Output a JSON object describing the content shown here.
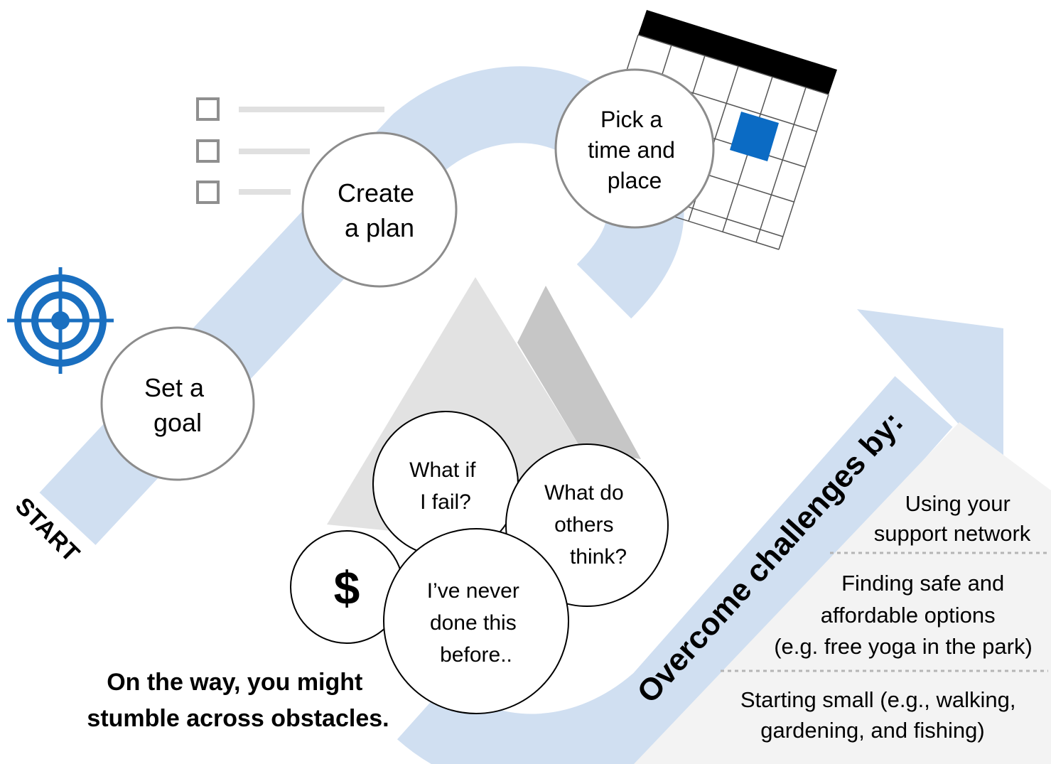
{
  "start_label": "START",
  "steps": [
    {
      "lines": [
        "Set a",
        "goal"
      ]
    },
    {
      "lines": [
        "Create",
        "a plan"
      ]
    },
    {
      "lines": [
        "Pick a",
        "time and",
        "place"
      ]
    }
  ],
  "obstacles_caption": [
    "On the way, you might",
    "stumble across obstacles."
  ],
  "obstacles": [
    {
      "lines": [
        "What if",
        "I fail?"
      ]
    },
    {
      "lines": [
        "What do",
        "others",
        "think?"
      ]
    },
    {
      "lines": [
        "$"
      ]
    },
    {
      "lines": [
        "I’ve never",
        "done this",
        "before.."
      ]
    }
  ],
  "overcome_title": "Overcome challenges by:",
  "strategies": [
    {
      "lines": [
        "Using your",
        "support network"
      ]
    },
    {
      "lines": [
        "Finding safe and",
        "affordable options",
        "(e.g. free yoga in the park)"
      ]
    },
    {
      "lines": [
        "Starting small (e.g., walking,",
        "gardening, and fishing)"
      ]
    }
  ],
  "colors": {
    "path": "#d0dff1",
    "accent_blue": "#1a6fc0",
    "calendar_highlight": "#0b6bc4",
    "circle_stroke": "#8c8c8c",
    "mountain_light": "#e2e2e2",
    "mountain_dark": "#c6c6c6",
    "checklist": "#8f8f8f"
  },
  "icons": {
    "goal": "target-crosshair-icon",
    "plan": "checklist-icon",
    "schedule": "calendar-icon",
    "obstacles": "mountain-icon"
  }
}
